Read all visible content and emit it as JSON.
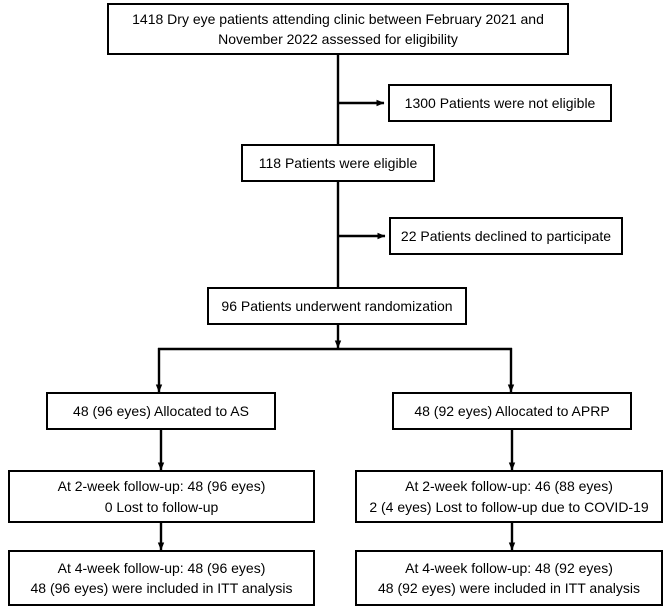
{
  "diagram": {
    "type": "consort-flow-diagram",
    "title": "Dry eye patients trial flow diagram",
    "colors": {
      "background": "#ffffff",
      "box_border": "#000000",
      "connector": "#000000",
      "text": "#000000"
    },
    "nodes": [
      {
        "id": "enrollment",
        "name": "enrollment-box",
        "lines": [
          "1418 Dry eye patients attending clinic between February 2021 and",
          "November 2022 assessed for eligibility"
        ]
      },
      {
        "id": "not-eligible",
        "name": "not-eligible-box",
        "lines": [
          "1300 Patients were not eligible"
        ]
      },
      {
        "id": "eligible",
        "name": "eligible-box",
        "lines": [
          "118 Patients were eligible"
        ]
      },
      {
        "id": "declined",
        "name": "declined-box",
        "lines": [
          "22 Patients declined to participate"
        ]
      },
      {
        "id": "randomized",
        "name": "randomization-box",
        "lines": [
          "96 Patients underwent randomization"
        ]
      },
      {
        "id": "alloc-as",
        "name": "allocation-as-box",
        "lines": [
          "48 (96 eyes) Allocated to AS"
        ]
      },
      {
        "id": "alloc-aprp",
        "name": "allocation-aprp-box",
        "lines": [
          "48 (92 eyes) Allocated to APRP"
        ]
      },
      {
        "id": "fu2-as",
        "name": "two-week-followup-as-box",
        "lines": [
          "At 2-week follow-up: 48 (96 eyes)",
          "0 Lost to follow-up"
        ]
      },
      {
        "id": "fu2-aprp",
        "name": "two-week-followup-aprp-box",
        "lines": [
          "At 2-week follow-up: 46 (88 eyes)",
          "2 (4 eyes) Lost to follow-up due to COVID-19"
        ]
      },
      {
        "id": "fu4-as",
        "name": "four-week-followup-as-box",
        "lines": [
          "At 4-week follow-up: 48 (96 eyes)",
          "48 (96 eyes) were included in ITT analysis"
        ]
      },
      {
        "id": "fu4-aprp",
        "name": "four-week-followup-aprp-box",
        "lines": [
          "At 4-week follow-up: 48 (92 eyes)",
          "48 (92 eyes) were included in ITT analysis"
        ]
      }
    ]
  },
  "chart_data": {
    "type": "diagram",
    "title": "CONSORT participant flow",
    "stages": [
      {
        "label": "Assessed for eligibility",
        "patients": 1418,
        "eyes": null
      },
      {
        "label": "Not eligible",
        "patients": 1300,
        "eyes": null
      },
      {
        "label": "Eligible",
        "patients": 118,
        "eyes": null
      },
      {
        "label": "Declined to participate",
        "patients": 22,
        "eyes": null
      },
      {
        "label": "Underwent randomization",
        "patients": 96,
        "eyes": null
      },
      {
        "label": "Allocated to AS",
        "patients": 48,
        "eyes": 96
      },
      {
        "label": "Allocated to APRP",
        "patients": 48,
        "eyes": 92
      },
      {
        "label": "AS 2-week follow-up",
        "patients": 48,
        "eyes": 96
      },
      {
        "label": "AS lost to follow-up",
        "patients": 0,
        "eyes": 0
      },
      {
        "label": "APRP 2-week follow-up",
        "patients": 46,
        "eyes": 88
      },
      {
        "label": "APRP lost to follow-up (COVID-19)",
        "patients": 2,
        "eyes": 4
      },
      {
        "label": "AS 4-week follow-up",
        "patients": 48,
        "eyes": 96
      },
      {
        "label": "AS included in ITT analysis",
        "patients": 48,
        "eyes": 96
      },
      {
        "label": "APRP 4-week follow-up",
        "patients": 48,
        "eyes": 92
      },
      {
        "label": "APRP included in ITT analysis",
        "patients": 48,
        "eyes": 92
      }
    ],
    "arms": [
      "AS",
      "APRP"
    ],
    "period_start": "February 2021",
    "period_end": "November 2022"
  }
}
